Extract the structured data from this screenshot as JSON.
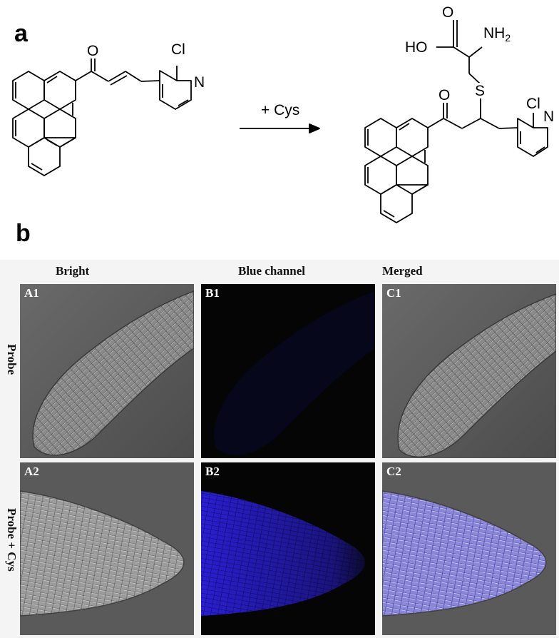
{
  "panel_a": {
    "label": "a",
    "reactant": {
      "chlorine": "Cl",
      "nitrogen": "N",
      "oxygen": "O"
    },
    "arrow_label": "+ Cys",
    "product": {
      "hydroxyl": "HO",
      "amine": "NH",
      "amine_sub": "2",
      "carbonyl_o": "O",
      "ketone_o": "O",
      "sulfur": "S",
      "chlorine": "Cl",
      "nitrogen": "N"
    }
  },
  "panel_b": {
    "label": "b",
    "columns": [
      "Bright",
      "Blue channel",
      "Merged"
    ],
    "rows": [
      "Probe",
      "Probe + Cys"
    ],
    "cells": [
      {
        "id": "A1",
        "type": "bright"
      },
      {
        "id": "B1",
        "type": "blue-dim"
      },
      {
        "id": "C1",
        "type": "merged-dim"
      },
      {
        "id": "A2",
        "type": "bright"
      },
      {
        "id": "B2",
        "type": "blue-strong"
      },
      {
        "id": "C2",
        "type": "merged-strong"
      }
    ],
    "colors": {
      "blue_fluorescence": "#2a1fd0",
      "background_gray": "#5a5a5a",
      "dark_field": "#050505"
    }
  }
}
